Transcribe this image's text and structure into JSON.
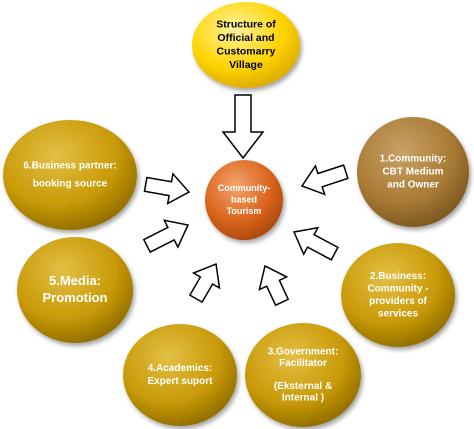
{
  "colors": {
    "top_fill": "#ffd400",
    "top_highlight": "#fff3a0",
    "top_edge": "#d9a800",
    "center_fill": "#d9641c",
    "center_highlight": "#f3a46e",
    "center_edge": "#a8470e",
    "outer_fill": "#c99a07",
    "outer_highlight": "#e2bf45",
    "outer_edge": "#8d6c04",
    "community_fill": "#a97b34",
    "community_highlight": "#c9a167",
    "community_edge": "#7a5520",
    "arrow_fill": "#ffffff",
    "arrow_stroke": "#000000",
    "text_dark": "#000000",
    "text_light": "#ffffff"
  },
  "nodes": {
    "top": {
      "lines": [
        "Structure of",
        "Official and",
        "Customarry",
        "Village"
      ]
    },
    "center": {
      "lines": [
        "Community-",
        "based",
        "Tourism"
      ]
    },
    "community": {
      "lines": [
        "1.Community:",
        "CBT Medium",
        "and Owner"
      ]
    },
    "business": {
      "lines": [
        "2.Business:",
        "Community -",
        "providers of",
        "services"
      ]
    },
    "government": {
      "lines": [
        "3.Government:",
        "Facilitator",
        "",
        "(Eksternal &",
        "Internal )"
      ]
    },
    "academics": {
      "lines": [
        "4.Academics:",
        "Expert suport"
      ]
    },
    "media": {
      "lines": [
        "5.Media:",
        "Promotion"
      ]
    },
    "business_partner": {
      "lines": [
        "6.Business partner:",
        "booking source"
      ]
    }
  }
}
